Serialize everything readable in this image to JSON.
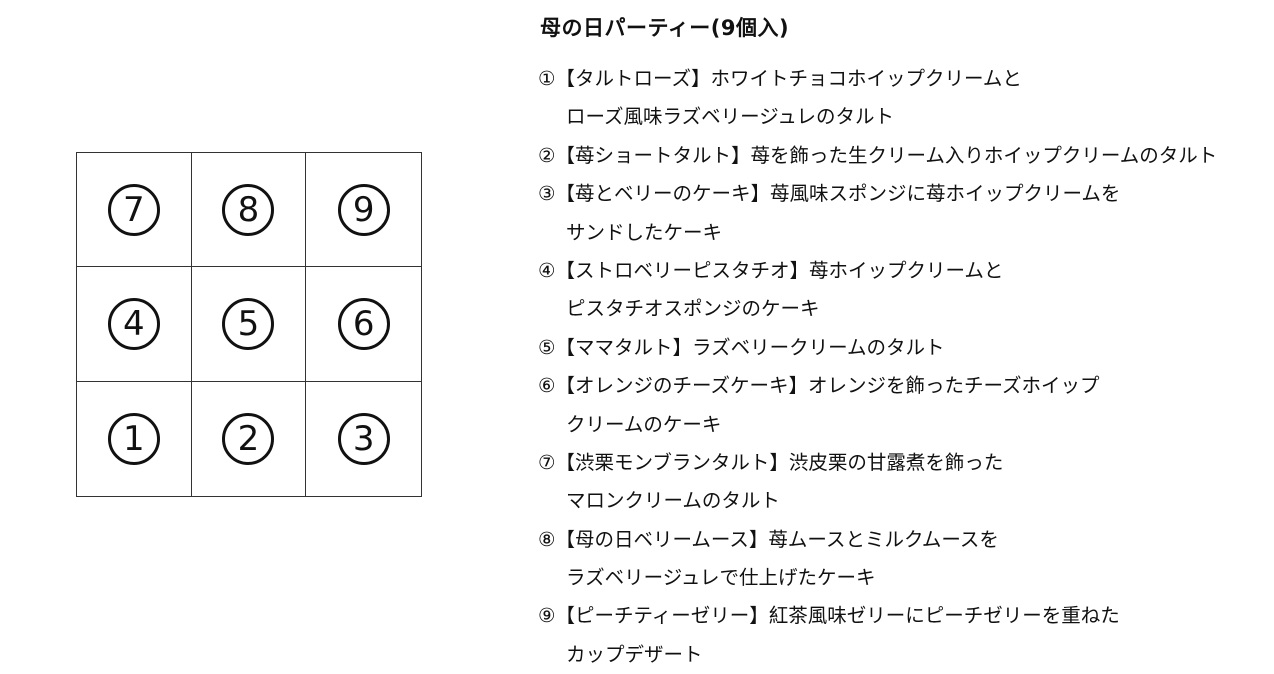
{
  "title": "母の日パーティー(9個入)",
  "grid": {
    "rows": [
      [
        "⑦",
        "⑧",
        "⑨"
      ],
      [
        "④",
        "⑤",
        "⑥"
      ],
      [
        "①",
        "②",
        "③"
      ]
    ]
  },
  "items": [
    {
      "lines": [
        "①【タルトローズ】ホワイトチョコホイップクリームと",
        "ローズ風味ラズベリージュレのタルト"
      ]
    },
    {
      "lines": [
        "②【苺ショートタルト】苺を飾った生クリーム入りホイップクリームのタルト"
      ]
    },
    {
      "lines": [
        "③【苺とベリーのケーキ】苺風味スポンジに苺ホイップクリームを",
        "サンドしたケーキ"
      ]
    },
    {
      "lines": [
        "④【ストロベリーピスタチオ】苺ホイップクリームと",
        "ピスタチオスポンジのケーキ"
      ]
    },
    {
      "lines": [
        "⑤【ママタルト】ラズベリークリームのタルト"
      ]
    },
    {
      "lines": [
        "⑥【オレンジのチーズケーキ】オレンジを飾ったチーズホイップ",
        "クリームのケーキ"
      ]
    },
    {
      "lines": [
        "⑦【渋栗モンブランタルト】渋皮栗の甘露煮を飾った",
        "マロンクリームのタルト"
      ]
    },
    {
      "lines": [
        "⑧【母の日ベリームース】苺ムースとミルクムースを",
        "ラズベリージュレで仕上げたケーキ"
      ]
    },
    {
      "lines": [
        "⑨【ピーチティーゼリー】紅茶風味ゼリーにピーチゼリーを重ねた",
        "カップデザート"
      ]
    }
  ]
}
